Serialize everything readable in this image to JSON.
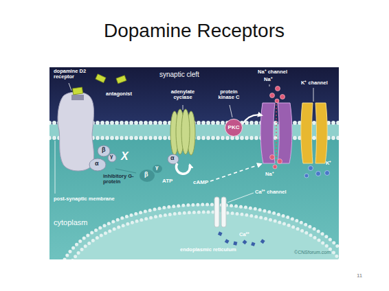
{
  "diagram": {
    "title": "Dopamine Receptors",
    "nodes": [
      {
        "text": [
          "PKC"
        ]
      }
    ],
    "labels": [
      "dopamine D2 receptor",
      "synaptic cleft",
      "Na⁺ channel",
      "Na⁺",
      "K⁺ channel",
      "antagonist",
      "adenylate cyclase",
      "protein kinase C",
      "β",
      "γ",
      "α",
      "X",
      "inhibitory G-protein",
      "α",
      "β",
      "γ",
      "K⁺",
      "ATP",
      "cAMP",
      "Na⁺",
      "post-synaptic membrane",
      "Ca²⁺ channel",
      "cytoplasm",
      "Ca²⁺",
      "endoplasmic reticulum",
      "©CNSforum.com",
      "11"
    ]
  }
}
